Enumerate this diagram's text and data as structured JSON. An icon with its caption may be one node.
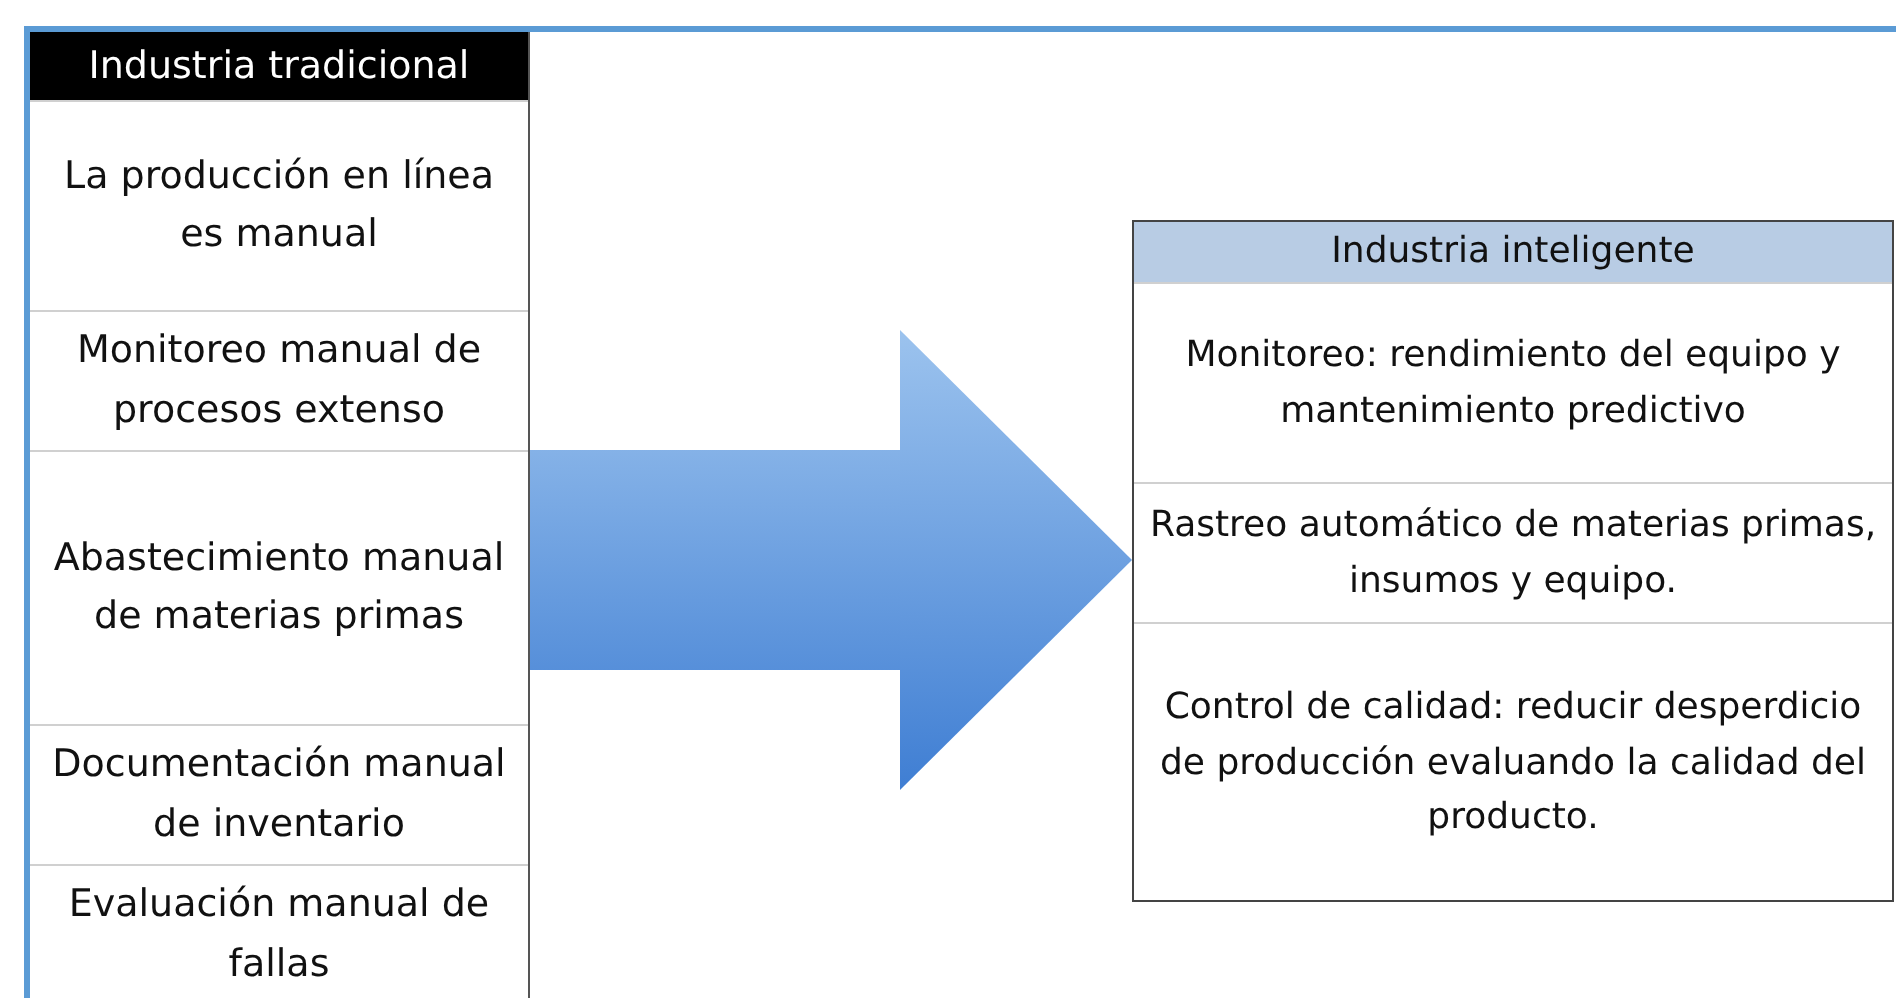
{
  "diagram": {
    "nodes": [
      {
        "text": [
          "Industria tradicional"
        ]
      },
      {
        "text": [
          "La producción en línea es manual"
        ],
        "in": 0
      },
      {
        "text": [
          "Monitoreo manual de procesos extenso"
        ],
        "in": 0
      },
      {
        "text": [
          "Abastecimiento manual de materias primas"
        ],
        "in": 0
      },
      {
        "text": [
          "Documentación manual de inventario"
        ],
        "in": 0
      },
      {
        "text": [
          "Evaluación manual de fallas"
        ],
        "in": 0
      },
      {
        "text": [
          "Industria inteligente"
        ]
      },
      {
        "text": [
          "Monitoreo: rendimiento del equipo y mantenimiento predictivo"
        ],
        "in": 6
      },
      {
        "text": [
          "Rastreo automático de materias primas, insumos y equipo."
        ],
        "in": 6
      },
      {
        "text": [
          "Control de calidad: reducir desperdicio de producción evaluando la calidad del producto."
        ],
        "in": 6
      }
    ],
    "edges": [
      {
        "from": 0,
        "to": 6,
        "arrow": "to"
      }
    ]
  }
}
